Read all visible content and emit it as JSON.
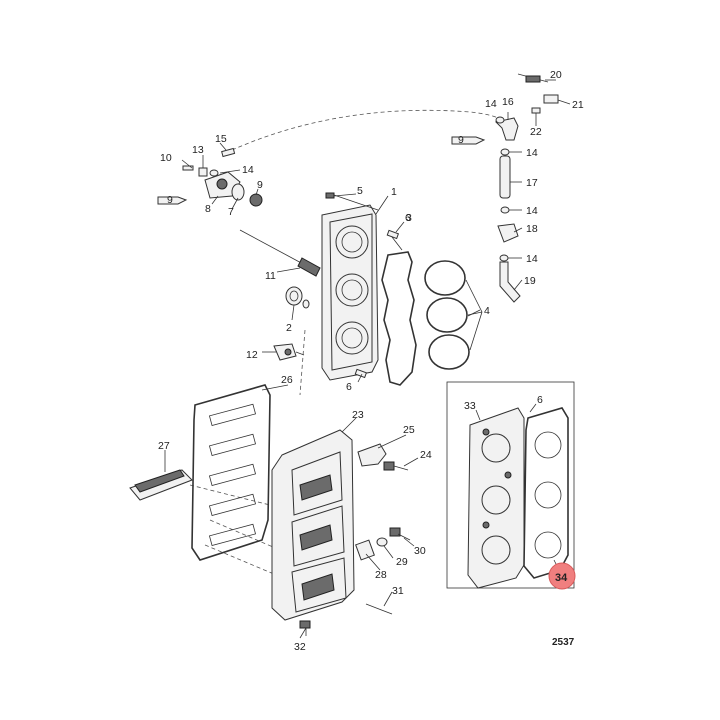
{
  "figure_number": "2537",
  "highlight_color": "#f07f7f",
  "callouts": [
    "1",
    "2",
    "3",
    "4",
    "5",
    "6",
    "6",
    "6",
    "7",
    "8",
    "9",
    "10",
    "11",
    "12",
    "13",
    "14",
    "14",
    "14",
    "14",
    "14",
    "15",
    "16",
    "17",
    "18",
    "19",
    "20",
    "21",
    "22",
    "23",
    "24",
    "25",
    "26",
    "27",
    "28",
    "29",
    "30",
    "31",
    "32",
    "33",
    "34"
  ]
}
